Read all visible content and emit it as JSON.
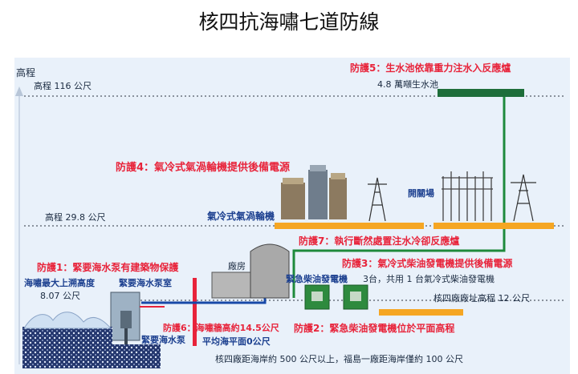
{
  "title": "核四抗海嘯七道防線",
  "axis": {
    "label": "高程"
  },
  "levels": {
    "top": "高程 116 公尺",
    "mid": "高程 29.8 公尺",
    "plant": "核四廠廠址高程 12 公尺",
    "sea": "平均海平面0公尺"
  },
  "defenses": {
    "d1": "防護1：緊要海水泵有建築物保護",
    "d2": "防護2：緊急柴油發電機位於平面高程",
    "d3": "防護3：氣冷式柴油發電機提供後備電源",
    "d4": "防護4：氣冷式氣渦輪機提供後備電源",
    "d5": "防護5：生水池依靠重力注水入反應爐",
    "d6": "防護6：海嘯牆高約14.5公尺",
    "d7": "防護7：執行斷然處置注水冷卻反應爐"
  },
  "labels": {
    "reservoir": "4.8 萬噸生水池",
    "gas_turbine": "氣冷式氣渦輪機",
    "switchyard": "開關場",
    "building": "廠房",
    "diesel": "緊急柴油發電機",
    "diesel_note": "3台，共用 1 台氣冷式柴油發電機",
    "pump_room": "緊要海水泵室",
    "pump": "緊要海水泵",
    "tsunami_h": "海嘯最大上溯高度",
    "tsunami_v": "8.07 公尺",
    "bottom_note": "核四廠距海岸約 500 公尺以上，福島一廠距海岸僅約 100 公尺"
  },
  "colors": {
    "red": "#e8233a",
    "green": "#1e8a3c",
    "navy": "#1a2f6b",
    "orange": "#f5a623",
    "panel": "#e9f1fa"
  }
}
